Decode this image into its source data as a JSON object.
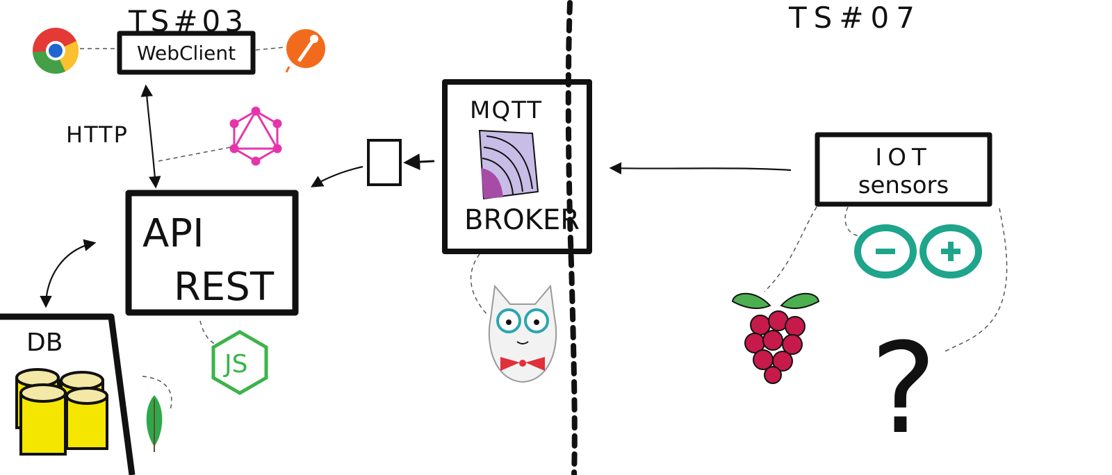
{
  "headings": {
    "left": "TS#03",
    "right": "TS#07"
  },
  "web_client": {
    "label": "WebClient"
  },
  "protocol": {
    "label": "HTTP"
  },
  "api": {
    "line1": "API",
    "line2": "REST"
  },
  "db": {
    "label": "DB"
  },
  "mqtt": {
    "line1": "MQTT",
    "line2": "BROKER"
  },
  "iot": {
    "line1": "IOT",
    "line2": "sensors"
  },
  "unknown_device": {
    "glyph": "?"
  },
  "icons": {
    "browser": "chrome-icon",
    "api_tester": "postman-icon",
    "graphql": "graphql-icon",
    "runtime": "nodejs-icon",
    "database": "mongodb-leaf-icon",
    "broker": "mosquitto-icon",
    "mascot": "cat-mascot-icon",
    "board1": "raspberry-pi-icon",
    "board2": "arduino-icon"
  },
  "colors": {
    "ink": "#111111",
    "chrome_red": "#e53935",
    "chrome_yellow": "#fbc02d",
    "chrome_green": "#43a047",
    "chrome_blue": "#1e66d0",
    "postman_orange": "#f26b1d",
    "graphql_pink": "#e535ab",
    "node_green": "#3bb44a",
    "mongo_green": "#2ea84a",
    "db_yellow": "#f5e600",
    "mosquitto_purple": "#a64ca6",
    "arduino_teal": "#1ea58c",
    "raspberry_red": "#c51a4a",
    "raspberry_leaf": "#4caf50",
    "mascot_teal": "#2aa6b0",
    "bowtie_red": "#e0303a"
  }
}
